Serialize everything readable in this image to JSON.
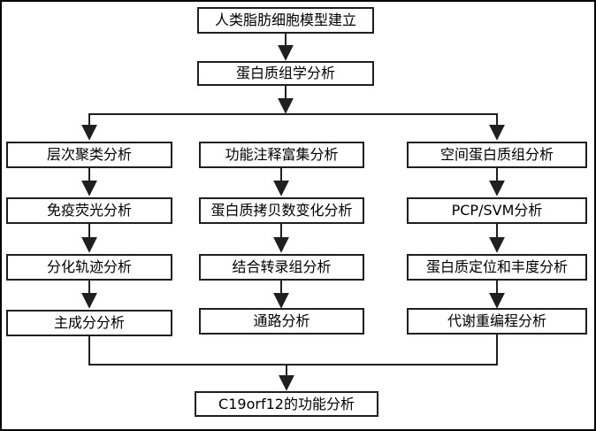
{
  "diagram": {
    "type": "flowchart",
    "nodes": {
      "root": "人类脂肪细胞模型建立",
      "proteomics": "蛋白质组学分析",
      "final": "C19orf12的功能分析",
      "left_col": [
        "层次聚类分析",
        "免疫荧光分析",
        "分化轨迹分析",
        "主成分分析"
      ],
      "mid_col": [
        "功能注释富集分析",
        "蛋白质拷贝数变化分析",
        "结合转录组分析",
        "通路分析"
      ],
      "right_col": [
        "空间蛋白质组分析",
        "PCP/SVM分析",
        "蛋白质定位和丰度分析",
        "代谢重编程分析"
      ]
    },
    "edges": [
      "root -> proteomics",
      "proteomics -> branch-rail",
      "branch-rail -> left_col.0",
      "branch-rail -> mid_col.0",
      "branch-rail -> right_col.0",
      "left_col.0 -> left_col.1 -> left_col.2 -> left_col.3",
      "mid_col.0 -> mid_col.1 -> mid_col.2 -> mid_col.3",
      "right_col.0 -> right_col.1 -> right_col.2 -> right_col.3",
      "left_col.3 -> merge-rail",
      "right_col.3 -> merge-rail",
      "merge-rail -> final"
    ],
    "colors": {
      "line": "#1f1f1f",
      "box_border": "#1f1f1f",
      "background": "#ffffff",
      "text": "#000000"
    }
  }
}
